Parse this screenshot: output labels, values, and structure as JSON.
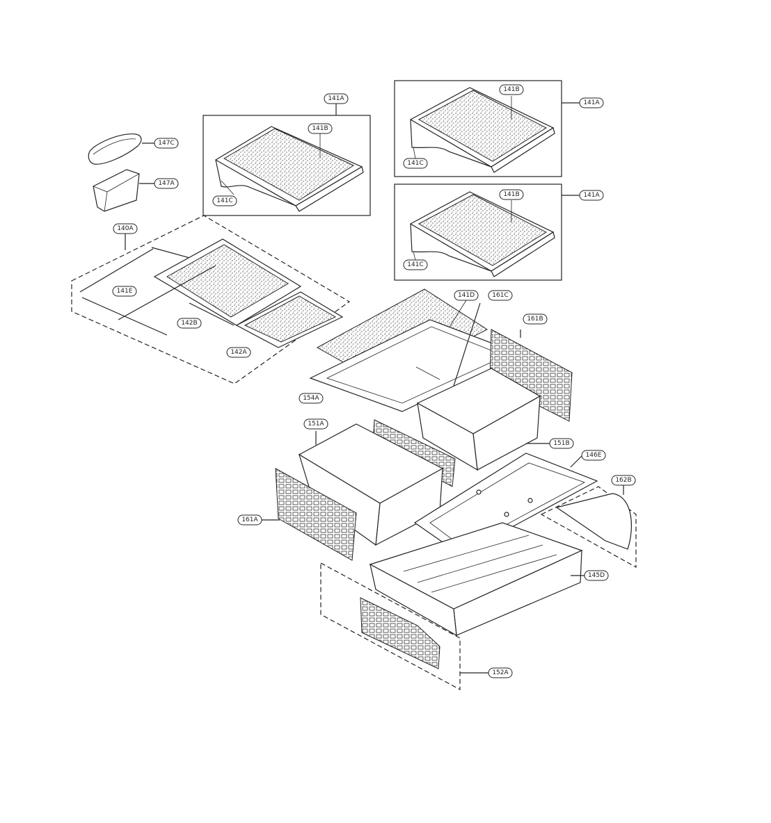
{
  "labels": {
    "l141A_a": "141A",
    "l141B_a": "141B",
    "l141C_a": "141C",
    "l141A_b": "141A",
    "l141B_b": "141B",
    "l141C_b": "141C",
    "l141A_c": "141A",
    "l141B_c": "141B",
    "l141C_c": "141C",
    "l147C": "147C",
    "l147A": "147A",
    "l140A": "140A",
    "l141E": "141E",
    "l142B": "142B",
    "l142A": "142A",
    "l141D": "141D",
    "l161C": "161C",
    "l161B": "161B",
    "l154A": "154A",
    "l151A": "151A",
    "l151B": "151B",
    "l146E": "146E",
    "l162B": "162B",
    "l161A": "161A",
    "l145D": "145D",
    "l152A": "152A"
  }
}
